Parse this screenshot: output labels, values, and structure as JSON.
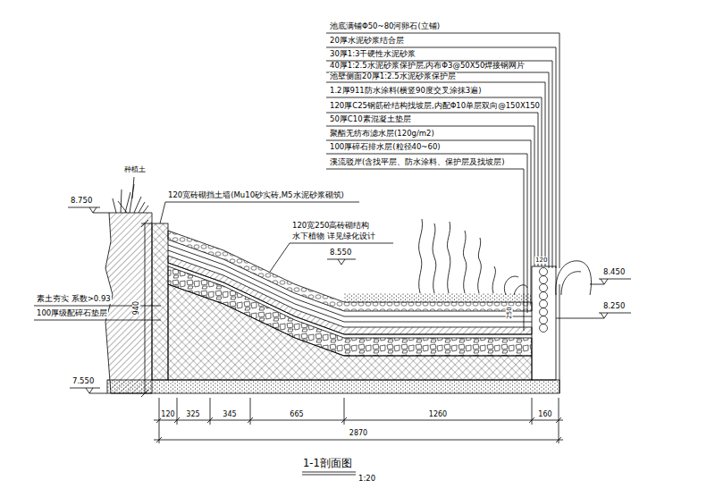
{
  "diagram": {
    "title": "1-1剖面图",
    "caption": "1:20",
    "labels": [
      "池底满铺Φ50~80河卵石(立铺)",
      "20厚水泥砂浆结合层",
      "30厚1:3干硬性水泥砂浆",
      "40厚1:2.5水泥砂浆保护层,内布Φ3@50X50焊接钢网片",
      "池壁侧面20厚1:2.5水泥砂浆保护层",
      "1.2厚911防水涂料(横竖90度交叉涂抹3遍)",
      "120厚C25钢筋砼结构找坡层,内配Φ10单层双向@150X150",
      "50厚C10素混凝土垫层",
      "聚酯无纺布滤水层(120g/m2)",
      "100厚碎石排水层(粒径40~60)",
      "溪流驳岸(含找平层、防水涂料、保护层及找坡层)",
      "种植土",
      "8.750",
      "120宽砖砌挡土墙(Mu10砂实砖,M5水泥砂浆砌筑)",
      "120宽250高砖砌结构",
      "水下植物 详见绿化设计",
      "8.550",
      "120",
      "8.450",
      "250",
      "8.250",
      "素土夯实 系数>0.93",
      "100厚级配碎石垫层",
      "940",
      "7.550",
      "120",
      "325",
      "345",
      "665",
      "1260",
      "160",
      "2870"
    ]
  }
}
